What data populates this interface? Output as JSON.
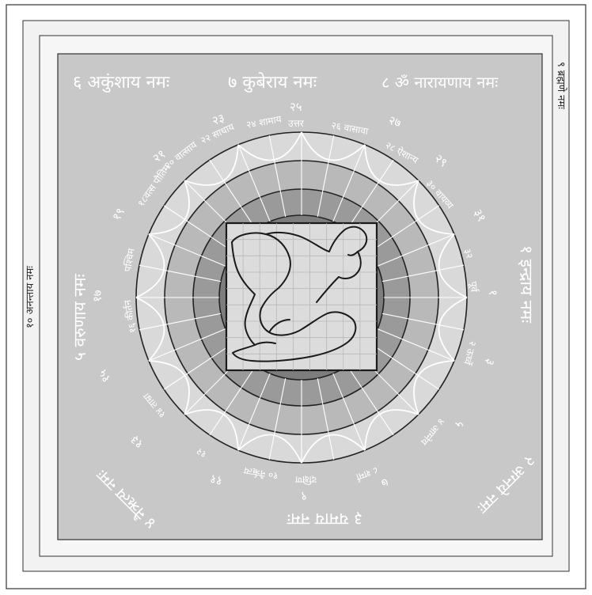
{
  "frame_labels": {
    "right": "९ ब्रह्मणे नमः",
    "left": "१० अनन्ताय नमः"
  },
  "directions": {
    "north": "७ कुबेराय नमः",
    "northwest": "६ अकुंशाय नमः",
    "northeast": "८ ॐ नारायणाय नमः",
    "east": "१ इन्द्राय नमः",
    "west": "५ वरुणाय नमः",
    "southeast": "२ अग्नये नमः",
    "south": "३ यमाय नमः",
    "southwest": "४ नैऋत्य नमः"
  },
  "ring_numbers": {
    "n25": "२५",
    "n23": "२३",
    "n27": "२७",
    "n21": "२१",
    "n29": "२९",
    "n19": "१९",
    "n31": "३१",
    "n17": "१७",
    "n1": "१",
    "n15": "१५",
    "n3": "३",
    "n13": "१३",
    "n5": "५",
    "n11": "११",
    "n7": "७",
    "n9": "९"
  },
  "ring_labels": {
    "uttar": "उत्तर",
    "l24": "२४ शामाय",
    "l22": "२२ साधाय",
    "l20": "२० वात्साय",
    "l18": "१८वत्स पौतिम",
    "paschim": "पश्चिम",
    "l16": "१६ कीर्तन",
    "l26": "२६ वासावा",
    "l28": "२८ ऐशान्य",
    "l30": "३० वायव्य",
    "l32": "३२",
    "purva": "पूर्व",
    "l2": "२ ऊर्ध्वे",
    "l4": "४ आग्नेय",
    "dakshin": "दक्षिण",
    "l8": "८ शर्मा",
    "l10": "१० नैर्ऋत्य",
    "l12": "१२",
    "l14": "१४ ताम्रा"
  },
  "colors": {
    "outer_bg": "#ffffff",
    "frame_band": "#f2f2f2",
    "panel": "#c8c8c8",
    "ring_outer": "#d9d9d9",
    "ring_mid": "#b9b9b9",
    "ring_inner": "#9a9a9a",
    "ring_core": "#7d7d7d",
    "center_square": "#dcdcdc",
    "stroke": "#222222",
    "label": "#ffffff"
  }
}
